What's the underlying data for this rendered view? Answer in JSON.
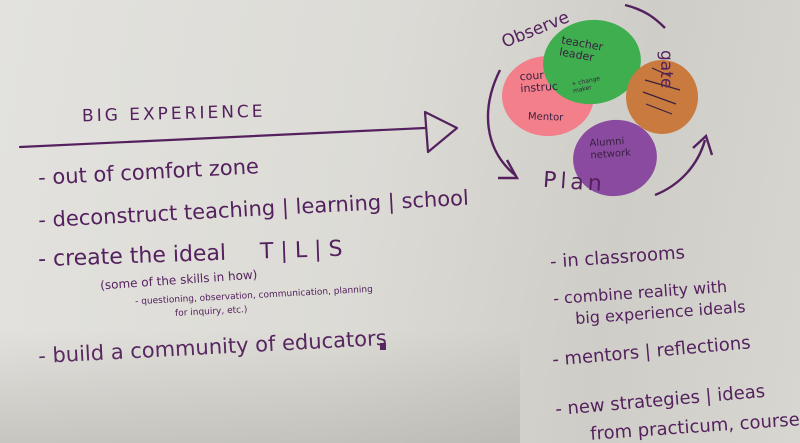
{
  "colors": {
    "ink": "#54215e",
    "green_note": "#3fae4f",
    "pink_note": "#f27f8a",
    "orange_note": "#c97a3e",
    "purple_note": "#8a4aa0"
  },
  "left_column": {
    "heading": "BIG EXPERIENCE",
    "item1": "- out of comfort zone",
    "item2": "- deconstruct teaching | learning | school",
    "item3_a": "- create the ideal",
    "item3_b": "T | L | S",
    "note1": "(some of the skills in how)",
    "note2": "- questioning, observation, communication, planning",
    "note3": "for inquiry, etc.)",
    "item4": "- build a community of educators"
  },
  "cycle": {
    "observe": "Observe",
    "plan": "Plan",
    "gate": "gate",
    "notes": {
      "teacher_1": "teacher",
      "teacher_2": "leader",
      "teacher_3": "+ change",
      "teacher_4": "maker",
      "cour_1": "cour",
      "cour_2": "instruc",
      "mentor": "Mentor",
      "alumni_1": "Alumni",
      "alumni_2": "network"
    }
  },
  "right_column": {
    "item1": "- in classrooms",
    "item2_a": "- combine reality with",
    "item2_b": "big experience ideals",
    "item3": "- mentors | reflections",
    "item4": "- new strategies | ideas",
    "item5": "from practicum, courses,"
  }
}
